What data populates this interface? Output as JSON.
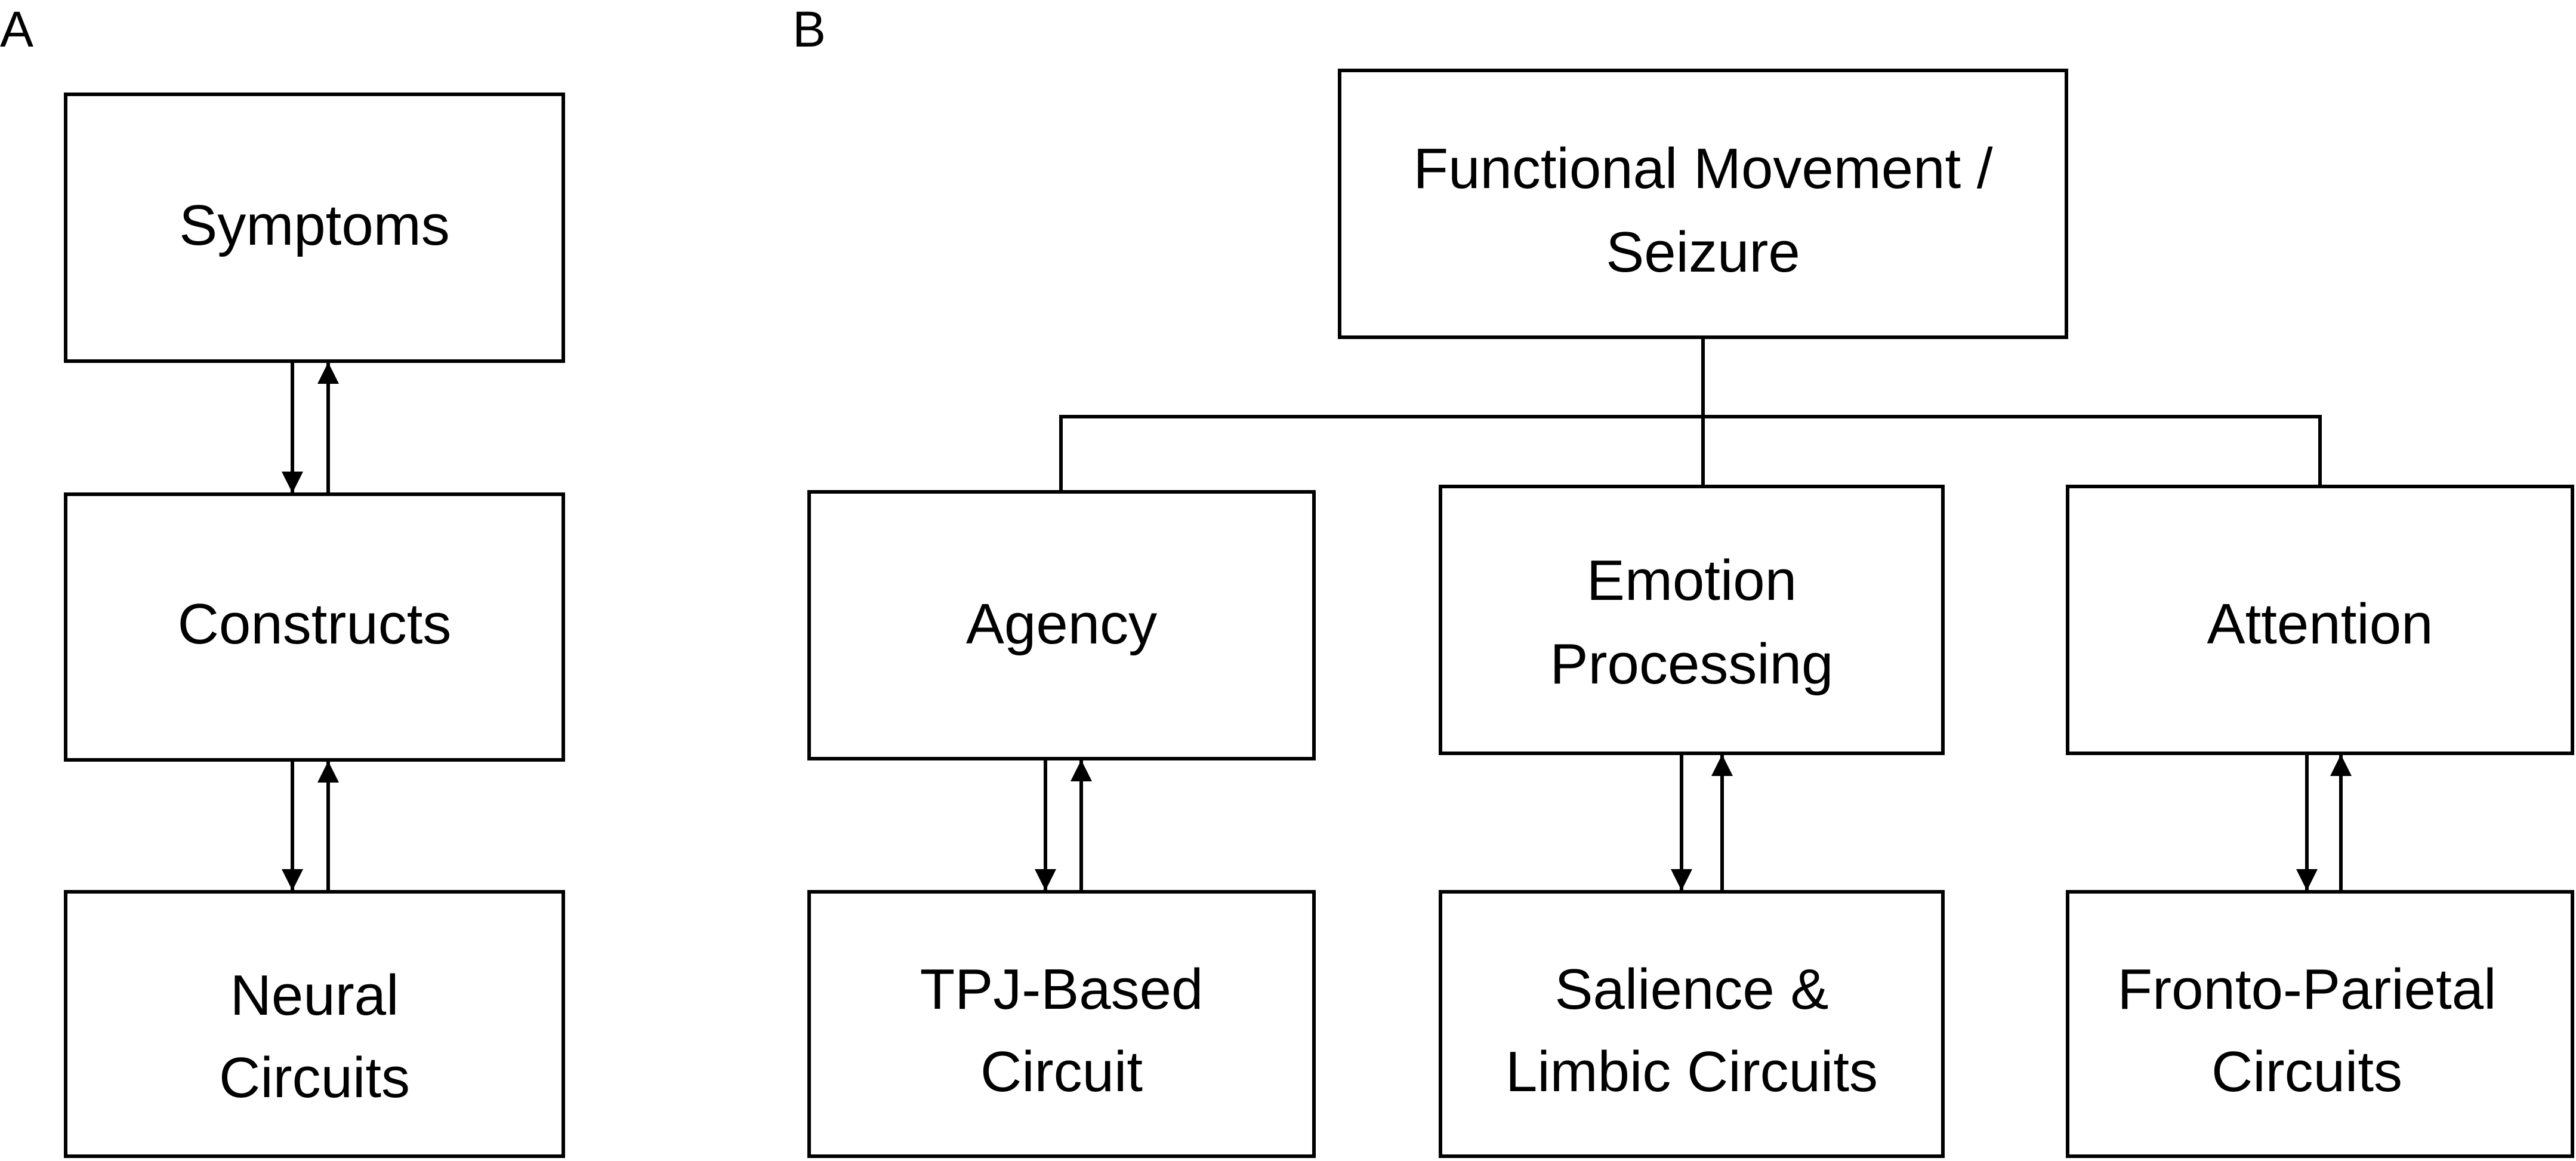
{
  "panels": {
    "a": {
      "letter": "A",
      "boxes": {
        "symptoms": "Symptoms",
        "constructs": "Constructs",
        "neural_1": "Neural",
        "neural_2": "Circuits"
      }
    },
    "b": {
      "letter": "B",
      "boxes": {
        "root_1": "Functional Movement /",
        "root_2": "Seizure",
        "agency": "Agency",
        "emotion_1": "Emotion",
        "emotion_2": "Processing",
        "attention": "Attention",
        "tpj_1": "TPJ-Based",
        "tpj_2": "Circuit",
        "salience_1": "Salience &",
        "salience_2": "Limbic Circuits",
        "fronto_1": "Fronto-Parietal",
        "fronto_2": "Circuits"
      }
    }
  }
}
